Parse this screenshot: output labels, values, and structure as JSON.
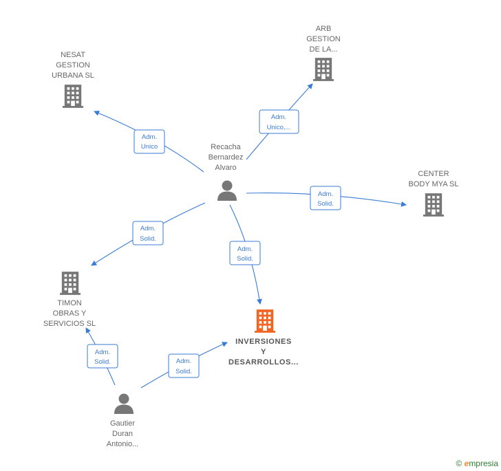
{
  "colors": {
    "edge": "#3a7bd5",
    "company": "#777777",
    "focus_company": "#f26522",
    "person": "#777777"
  },
  "nodes": {
    "nesat": {
      "lines": [
        "NESAT",
        "GESTION",
        "URBANA SL"
      ]
    },
    "arb": {
      "lines": [
        "ARB",
        "GESTION",
        "DE LA..."
      ]
    },
    "center": {
      "lines": [
        "CENTER",
        "BODY MYA  SL"
      ]
    },
    "timon": {
      "lines": [
        "TIMON",
        "OBRAS Y",
        "SERVICIOS  SL"
      ]
    },
    "inversiones": {
      "lines": [
        "INVERSIONES",
        "Y",
        "DESARROLLOS..."
      ]
    },
    "recacha": {
      "lines": [
        "Recacha",
        "Bernardez",
        "Alvaro"
      ]
    },
    "gautier": {
      "lines": [
        "Gautier",
        "Duran",
        "Antonio..."
      ]
    }
  },
  "edges": {
    "recacha_nesat": [
      "Adm.",
      "Unico"
    ],
    "recacha_arb": [
      "Adm.",
      "Unico,..."
    ],
    "recacha_center": [
      "Adm.",
      "Solid."
    ],
    "recacha_timon": [
      "Adm.",
      "Solid."
    ],
    "recacha_inversiones": [
      "Adm.",
      "Solid."
    ],
    "gautier_timon": [
      "Adm.",
      "Solid."
    ],
    "gautier_inversiones": [
      "Adm.",
      "Solid."
    ]
  },
  "watermark": {
    "copyright": "©",
    "brand_initial": "e",
    "brand_rest": "mpresia"
  }
}
